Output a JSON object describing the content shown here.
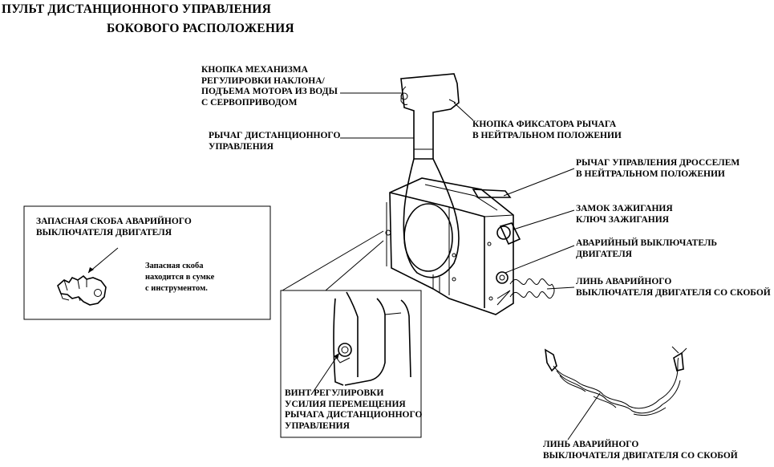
{
  "title": {
    "line1": "ПУЛЬТ ДИСТАНЦИОННОГО УПРАВЛЕНИЯ",
    "line2": "БОКОВОГО РАСПОЛОЖЕНИЯ"
  },
  "labels": {
    "trim_button": [
      "КНОПКА МЕХАНИЗМА",
      "РЕГУЛИРОВКИ НАКЛОНА/",
      "ПОДЪЕМА МОТОРА ИЗ ВОДЫ",
      "С СЕРВОПРИВОДОМ"
    ],
    "control_lever": [
      "РЫЧАГ ДИСТАНЦИОННОГО",
      "УПРАВЛЕНИЯ"
    ],
    "neutral_lock_button": [
      "КНОПКА ФИКСАТОРА РЫЧАГА",
      "В НЕЙТРАЛЬНОМ ПОЛОЖЕНИИ"
    ],
    "throttle_lever": [
      "РЫЧАГ УПРАВЛЕНИЯ ДРОССЕЛЕМ",
      "В НЕЙТРАЛЬНОМ ПОЛОЖЕНИИ"
    ],
    "ignition": [
      "ЗАМОК ЗАЖИГАНИЯ",
      "КЛЮЧ ЗАЖИГАНИЯ"
    ],
    "stop_switch": [
      "АВАРИЙНЫЙ ВЫКЛЮЧАТЕЛЬ",
      "ДВИГАТЕЛЯ"
    ],
    "stop_lanyard": [
      "ЛИНЬ АВАРИЙНОГО",
      "ВЫКЛЮЧАТЕЛЯ ДВИГАТЕЛЯ СО СКОБОЙ"
    ],
    "friction_screw": [
      "ВИНТ РЕГУЛИРОВКИ",
      "УСИЛИЯ ПЕРЕМЕЩЕНИЯ",
      "РЫЧАГА ДИСТАНЦИОННОГО",
      "УПРАВЛЕНИЯ"
    ],
    "lanyard_bottom": [
      "ЛИНЬ АВАРИЙНОГО",
      "ВЫКЛЮЧАТЕЛЯ ДВИГАТЕЛЯ СО СКОБОЙ"
    ]
  },
  "inset": {
    "title": [
      "ЗАПАСНАЯ СКОБА АВАРИЙНОГО",
      "ВЫКЛЮЧАТЕЛЯ ДВИГАТЕЛЯ"
    ],
    "note": [
      "Запасная скоба",
      "находится в сумке",
      "с инструментом."
    ]
  }
}
